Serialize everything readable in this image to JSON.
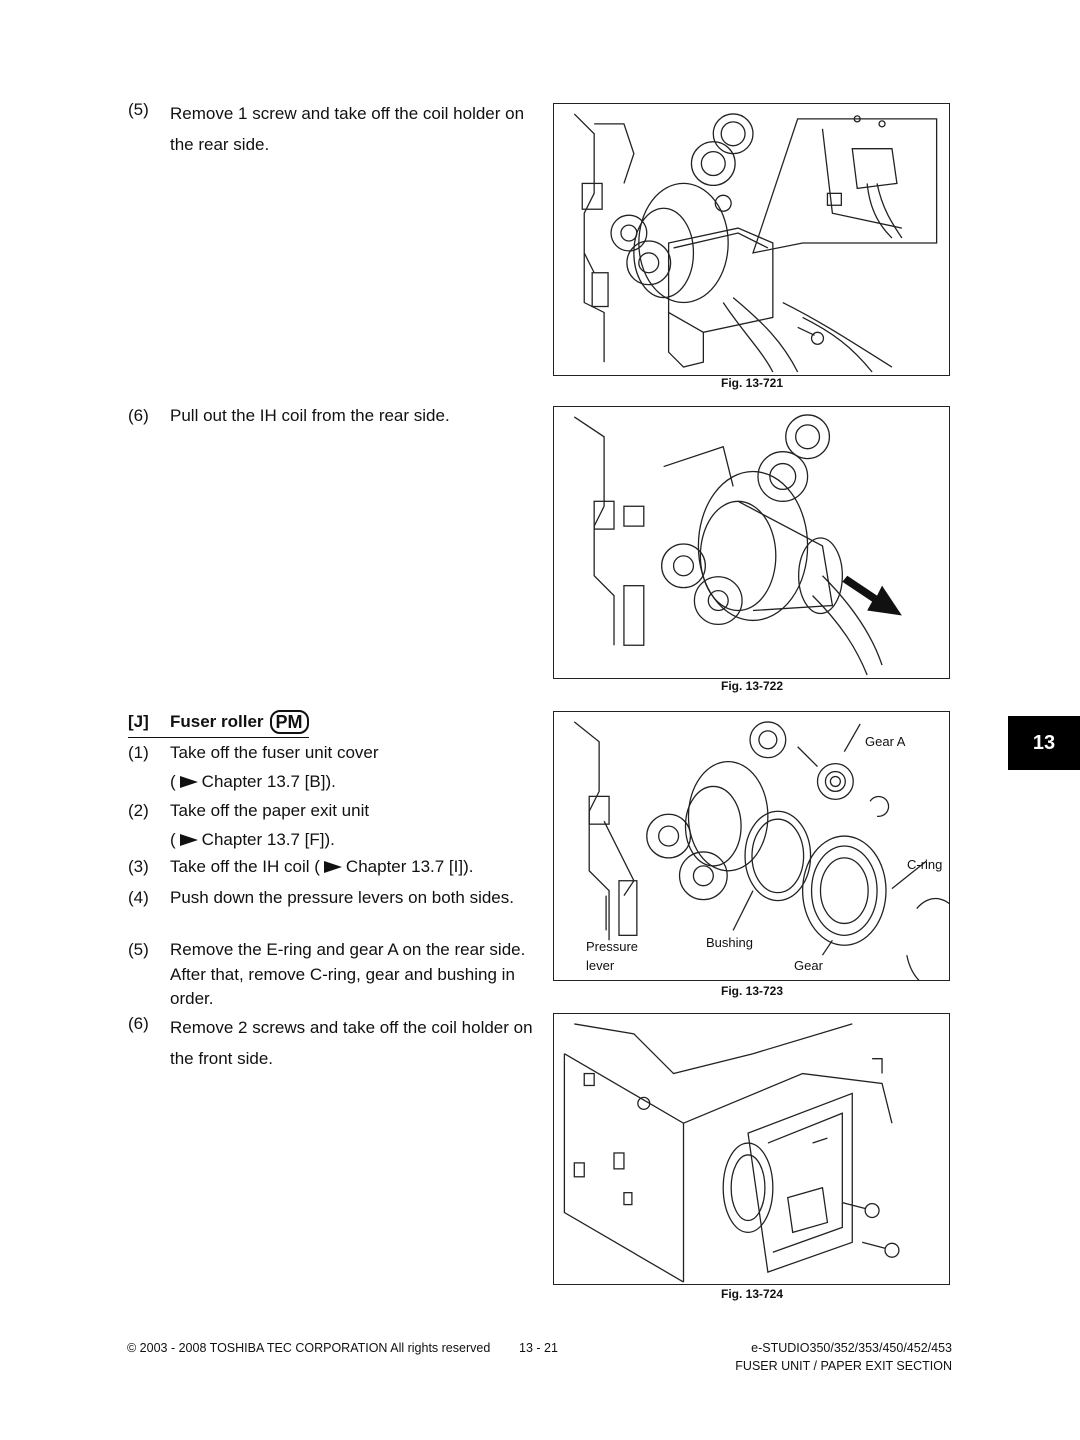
{
  "steps_top": [
    {
      "num": "(5)",
      "text": "Remove 1 screw and take off the coil holder on the rear side."
    },
    {
      "num": "(6)",
      "text": "Pull out the IH coil from the rear side."
    }
  ],
  "section": {
    "letter": "[J]",
    "title": "Fuser roller",
    "badge": "PM"
  },
  "steps_j": [
    {
      "num": "(1)",
      "line1": "Take off the fuser unit cover",
      "ref_open": "(",
      "ref": "Chapter 13.7 [B])."
    },
    {
      "num": "(2)",
      "line1": "Take off the paper exit unit",
      "ref_open": "(",
      "ref": "Chapter 13.7 [F])."
    },
    {
      "num": "(3)",
      "text": "Take off the IH coil (",
      "ref": "Chapter 13.7 [I])."
    },
    {
      "num": "(4)",
      "text": "Push down the pressure levers on both sides."
    },
    {
      "num": "(5)",
      "text": "Remove the E-ring and gear A on the rear side. After that, remove C-ring, gear and bushing in order."
    },
    {
      "num": "(6)",
      "text": "Remove 2 screws and take off the coil holder on the front side."
    }
  ],
  "figures": [
    {
      "caption": "Fig. 13-721"
    },
    {
      "caption": "Fig. 13-722"
    },
    {
      "caption": "Fig. 13-723",
      "labels": {
        "gear_a": "Gear A",
        "c_ring": "C-ring",
        "pressure": "Pressure",
        "lever": "lever",
        "bushing": "Bushing",
        "gear": "Gear"
      }
    },
    {
      "caption": "Fig. 13-724"
    }
  ],
  "tab": "13",
  "footer": {
    "copyright": "© 2003 - 2008 TOSHIBA TEC CORPORATION All rights reserved",
    "page": "13 - 21",
    "model": "e-STUDIO350/352/353/450/452/453",
    "section": "FUSER UNIT / PAPER EXIT SECTION"
  }
}
